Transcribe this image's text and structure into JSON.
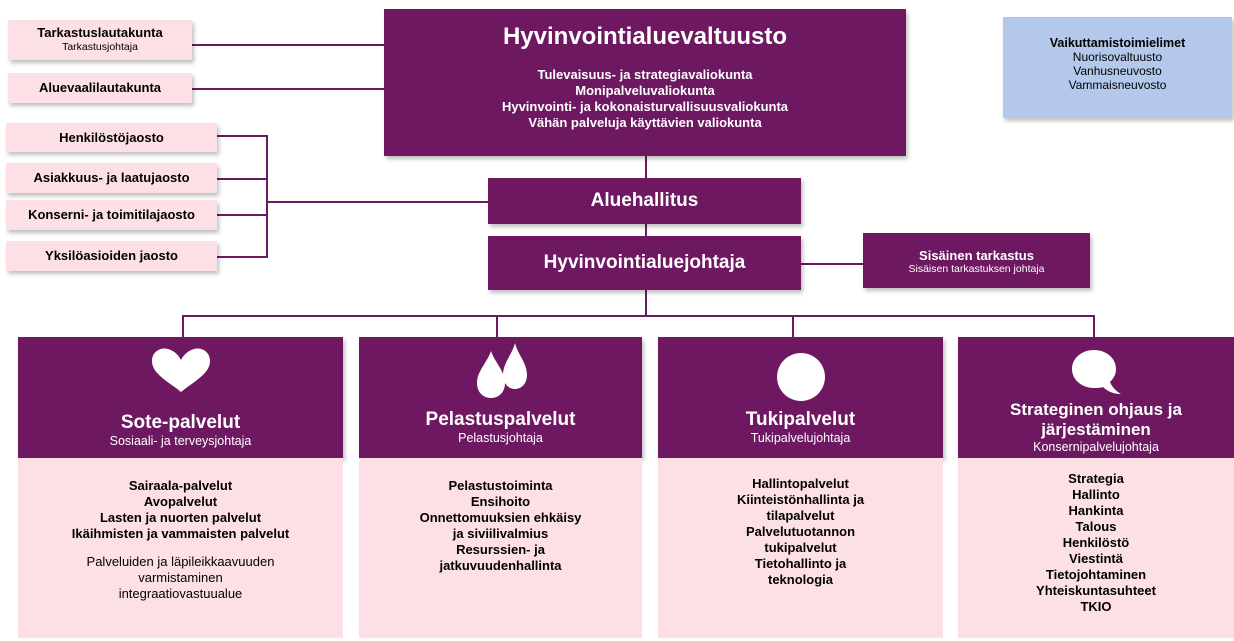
{
  "council": {
    "title": "Hyvinvointialuevaltuusto",
    "committees": [
      "Tulevaisuus- ja strategiavaliokunta",
      "Monipalveluvaliokunta",
      "Hyvinvointi- ja kokonaisturvallisuusvaliokunta",
      "Vähän palveluja käyttävien valiokunta"
    ]
  },
  "council_side": [
    {
      "label": "Tarkastuslautakunta",
      "sub": "Tarkastusjohtaja"
    },
    {
      "label": "Aluevaalilautakunta"
    }
  ],
  "board_side": [
    {
      "label": "Henkilöstöjaosto"
    },
    {
      "label": "Asiakkuus- ja laatujaosto"
    },
    {
      "label": "Konserni- ja toimitilajaosto"
    },
    {
      "label": "Yksilöasioiden jaosto"
    }
  ],
  "influence": {
    "title": "Vaikuttamistoimielimet",
    "items": [
      "Nuorisovaltuusto",
      "Vanhusneuvosto",
      "Vammaisneuvosto"
    ]
  },
  "board": {
    "label": "Aluehallitus"
  },
  "director": {
    "label": "Hyvinvointialuejohtaja"
  },
  "audit": {
    "title": "Sisäinen tarkastus",
    "sub": "Sisäisen tarkastuksen johtaja"
  },
  "departments": [
    {
      "icon": "heart-icon",
      "title": "Sote-palvelut",
      "sub": "Sosiaali- ja terveysjohtaja",
      "items": [
        "Sairaala-palvelut",
        "Avopalvelut",
        "Lasten ja nuorten palvelut",
        "Ikäihmisten ja vammaisten palvelut"
      ],
      "note": [
        "Palveluiden ja läpileikkaavuuden",
        "varmistaminen",
        "integraatiovastuualue"
      ]
    },
    {
      "icon": "drops-icon",
      "title": "Pelastuspalvelut",
      "sub": "Pelastusjohtaja",
      "items": [
        "Pelastustoiminta",
        "Ensihoito",
        "Onnettomuuksien ehkäisy",
        "ja siviilivalmius",
        "Resurssien- ja",
        "jatkuvuudenhallinta"
      ]
    },
    {
      "icon": "circle-icon",
      "title": "Tukipalvelut",
      "sub": "Tukipalvelujohtaja",
      "items": [
        "Hallintopalvelut",
        "Kiinteistönhallinta ja",
        "tilapalvelut",
        "Palvelutuotannon",
        "tukipalvelut",
        "Tietohallinto ja",
        "teknologia"
      ]
    },
    {
      "icon": "speech-bubble-icon",
      "title": [
        "Strateginen ohjaus ja",
        "järjestäminen"
      ],
      "sub": "Konsernipalvelujohtaja",
      "items": [
        "Strategia",
        "Hallinto",
        "Hankinta",
        "Talous",
        "Henkilöstö",
        "Viestintä",
        "Tietojohtaminen",
        "Yhteiskuntasuhteet",
        "TKIO"
      ]
    }
  ],
  "colors": {
    "primary": "#6f1862",
    "pink": "#fde0e6",
    "blue": "#b4c8ec"
  }
}
